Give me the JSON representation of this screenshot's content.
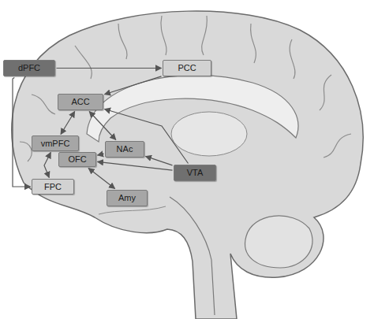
{
  "diagram": {
    "nodes": [
      {
        "text": [
          "dPFC"
        ]
      },
      {
        "text": [
          "PCC"
        ]
      },
      {
        "text": [
          "ACC"
        ]
      },
      {
        "text": [
          "vmPFC"
        ]
      },
      {
        "text": [
          "OFC"
        ]
      },
      {
        "text": [
          "NAc"
        ]
      },
      {
        "text": [
          "VTA"
        ]
      },
      {
        "text": [
          "FPC"
        ]
      },
      {
        "text": [
          "Amy"
        ]
      }
    ],
    "edges": [
      {
        "from": 0,
        "to": 1,
        "arrow": "to"
      },
      {
        "from": 1,
        "to": 2,
        "arrow": "to"
      },
      {
        "from": 0,
        "to": 7,
        "arrow": "to"
      },
      {
        "from": 2,
        "to": 3,
        "arrow": "both"
      },
      {
        "from": 2,
        "to": 5,
        "arrow": "both"
      },
      {
        "from": 6,
        "to": 2,
        "arrow": "to"
      },
      {
        "from": 6,
        "to": 5,
        "arrow": "to"
      },
      {
        "from": 6,
        "to": 4,
        "arrow": "to"
      },
      {
        "from": 5,
        "to": 4,
        "arrow": "to"
      },
      {
        "from": 4,
        "to": 8,
        "arrow": "both"
      },
      {
        "from": 3,
        "to": 7,
        "arrow": "both"
      }
    ]
  }
}
